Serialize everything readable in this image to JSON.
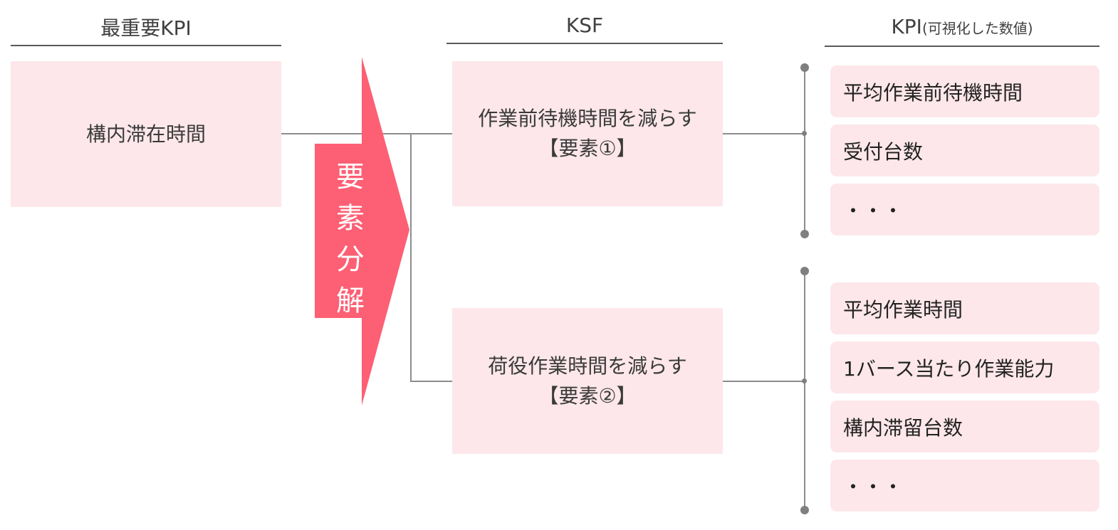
{
  "headers": {
    "kpi_main": "最重要KPI",
    "ksf": "KSF",
    "kpi_right": "KPI",
    "kpi_right_sub": "(可視化した数値)"
  },
  "main_kpi": {
    "label": "構内滞在時間"
  },
  "arrow": {
    "chars": [
      "要",
      "素",
      "分",
      "解"
    ]
  },
  "ksf": [
    {
      "line1": "作業前待機時間を減らす",
      "line2": "【要素①】"
    },
    {
      "line1": "荷役作業時間を減らす",
      "line2": "【要素②】"
    }
  ],
  "kpi_groups": [
    {
      "items": [
        "平均作業前待機時間",
        "受付台数",
        "・・・"
      ]
    },
    {
      "items": [
        "平均作業時間",
        "1バース当たり作業能力",
        "構内滞留台数",
        "・・・"
      ]
    }
  ],
  "colors": {
    "box_fill": "#fde7ea",
    "arrow_fill": "#fd5f74",
    "connector": "#8c8c8c",
    "rule": "#595959"
  }
}
